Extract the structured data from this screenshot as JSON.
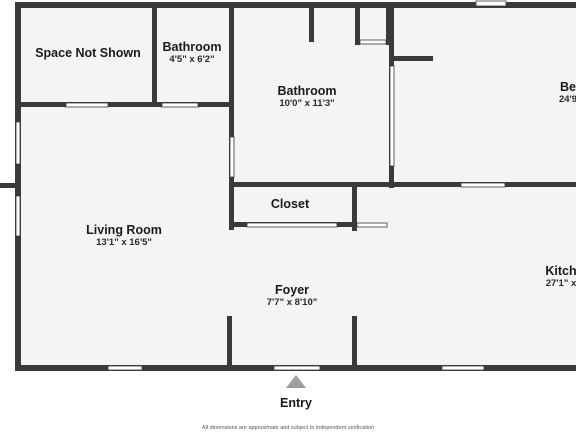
{
  "rooms": {
    "space_not_shown": {
      "name": "Space Not Shown"
    },
    "bathroom_small": {
      "name": "Bathroom",
      "dims": "4'5\" x 6'2\""
    },
    "bathroom_large": {
      "name": "Bathroom",
      "dims": "10'0\" x 11'3\""
    },
    "bedroom": {
      "name": "Be",
      "dims": "24'9"
    },
    "closet": {
      "name": "Closet"
    },
    "living_room": {
      "name": "Living Room",
      "dims": "13'1\" x 16'5\""
    },
    "foyer": {
      "name": "Foyer",
      "dims": "7'7\" x 8'10\""
    },
    "kitchen": {
      "name": "Kitch",
      "dims": "27'1\" x"
    }
  },
  "entry": {
    "label": "Entry"
  },
  "disclaimer": "All dimensions are approximate and subject to independent verification",
  "colors": {
    "wall": "#3a3a3a",
    "floor": "#f4f4f4",
    "window": "#ffffff",
    "entry_arrow": "#9e9e9e"
  }
}
